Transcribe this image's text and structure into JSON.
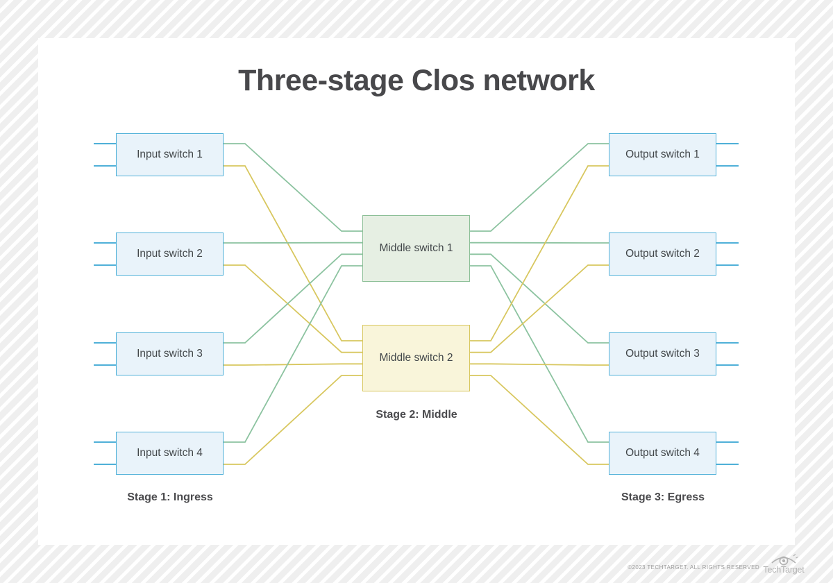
{
  "title": "Three-stage Clos network",
  "nodes": {
    "inputs": [
      "Input switch 1",
      "Input switch 2",
      "Input switch 3",
      "Input switch 4"
    ],
    "middles": [
      "Middle switch 1",
      "Middle switch 2"
    ],
    "outputs": [
      "Output switch 1",
      "Output switch 2",
      "Output switch 3",
      "Output switch 4"
    ]
  },
  "stage_labels": {
    "stage1": "Stage 1: Ingress",
    "stage2": "Stage 2: Middle",
    "stage3": "Stage 3: Egress"
  },
  "footer": {
    "copyright": "©2023 TECHTARGET. ALL RIGHTS RESERVED",
    "logo_text": "TechTarget"
  },
  "colors": {
    "ingress_egress_accent": "#4fb0d8",
    "middle1_accent": "#8cc3a0",
    "middle2_accent": "#d8c75f"
  },
  "connections": [
    {
      "from": "input-1",
      "to": "middle-1"
    },
    {
      "from": "input-1",
      "to": "middle-2"
    },
    {
      "from": "input-2",
      "to": "middle-1"
    },
    {
      "from": "input-2",
      "to": "middle-2"
    },
    {
      "from": "input-3",
      "to": "middle-1"
    },
    {
      "from": "input-3",
      "to": "middle-2"
    },
    {
      "from": "input-4",
      "to": "middle-1"
    },
    {
      "from": "input-4",
      "to": "middle-2"
    },
    {
      "from": "middle-1",
      "to": "output-1"
    },
    {
      "from": "middle-1",
      "to": "output-2"
    },
    {
      "from": "middle-1",
      "to": "output-3"
    },
    {
      "from": "middle-1",
      "to": "output-4"
    },
    {
      "from": "middle-2",
      "to": "output-1"
    },
    {
      "from": "middle-2",
      "to": "output-2"
    },
    {
      "from": "middle-2",
      "to": "output-3"
    },
    {
      "from": "middle-2",
      "to": "output-4"
    }
  ]
}
